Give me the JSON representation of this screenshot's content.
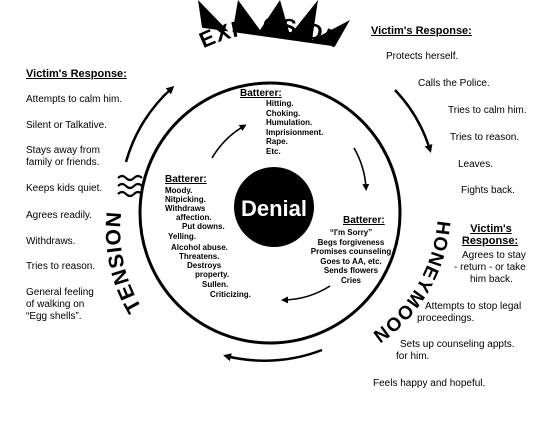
{
  "stages": {
    "explosion": "EXPLOSION",
    "honeymoon": "HONEYMOON",
    "tension": "TENSION",
    "center": "Denial"
  },
  "left_response": {
    "heading": "Victim's Response:",
    "items": [
      "Attempts to calm him.",
      "Silent or Talkative.",
      "Stays away from",
      "family or friends.",
      "Keeps kids quiet.",
      "Agrees readily.",
      "Withdraws.",
      "Tries to reason.",
      "General feeling",
      "of walking on",
      "“Egg shells”."
    ]
  },
  "top_right_response": {
    "heading": "Victim's Response:",
    "items": [
      "Protects herself.",
      "Calls the Police.",
      "Tries to calm him.",
      "Tries to reason.",
      "Leaves.",
      "Fights back."
    ]
  },
  "bottom_right_response": {
    "heading_line1": "Victim's",
    "heading_line2": "Response:",
    "items": [
      "Agrees to stay",
      "- return - or take",
      "him back.",
      "Attempts to stop legal",
      "proceedings.",
      "Sets up counseling appts.",
      "for him.",
      "Feels happy and hopeful."
    ]
  },
  "batterer_explosion": {
    "title": "Batterer:",
    "items": [
      "Hitting.",
      "Choking.",
      "Humulation.",
      "Imprisionment.",
      "Rape.",
      "Etc."
    ]
  },
  "batterer_tension": {
    "title": "Batterer:",
    "items": [
      "Moody.",
      "Nitpicking.",
      "Withdraws",
      "affection.",
      "Put downs.",
      "Yelling.",
      "Alcohol abuse.",
      "Threatens.",
      "Destroys",
      "property.",
      "Sullen.",
      "Criticizing."
    ]
  },
  "batterer_honeymoon": {
    "title": "Batterer:",
    "items": [
      "“I'm Sorry”",
      "Begs forgiveness",
      "Promises counseling",
      "Goes to AA, etc.",
      "Sends flowers",
      "Cries"
    ]
  }
}
